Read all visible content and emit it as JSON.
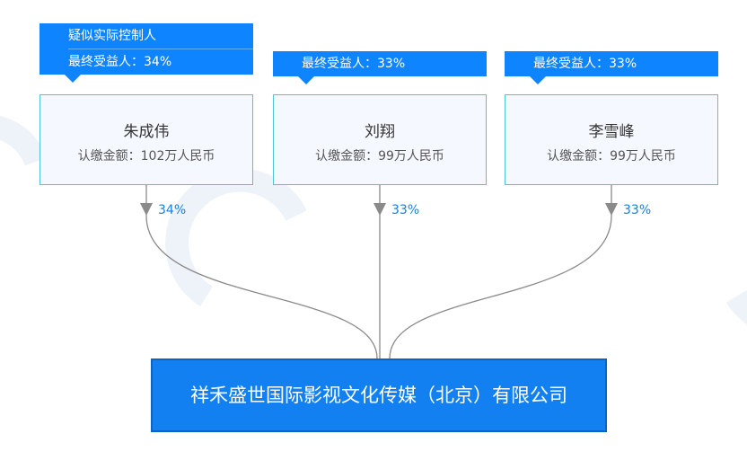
{
  "colors": {
    "accent": "#0e84ff",
    "company_bg": "#1280f0",
    "border": "#4fc3da",
    "line": "#8a8a8a"
  },
  "shareholders": [
    {
      "tags": [
        "疑似实际控制人",
        "最终受益人：34%"
      ],
      "name": "朱成伟",
      "amount": "认缴金额：102万人民币",
      "ratio": "34%"
    },
    {
      "tags": [
        "最终受益人：33%"
      ],
      "name": "刘翔",
      "amount": "认缴金额：99万人民币",
      "ratio": "33%"
    },
    {
      "tags": [
        "最终受益人：33%"
      ],
      "name": "李雪峰",
      "amount": "认缴金额：99万人民币",
      "ratio": "33%"
    }
  ],
  "company": {
    "name": "祥禾盛世国际影视文化传媒（北京）有限公司"
  }
}
